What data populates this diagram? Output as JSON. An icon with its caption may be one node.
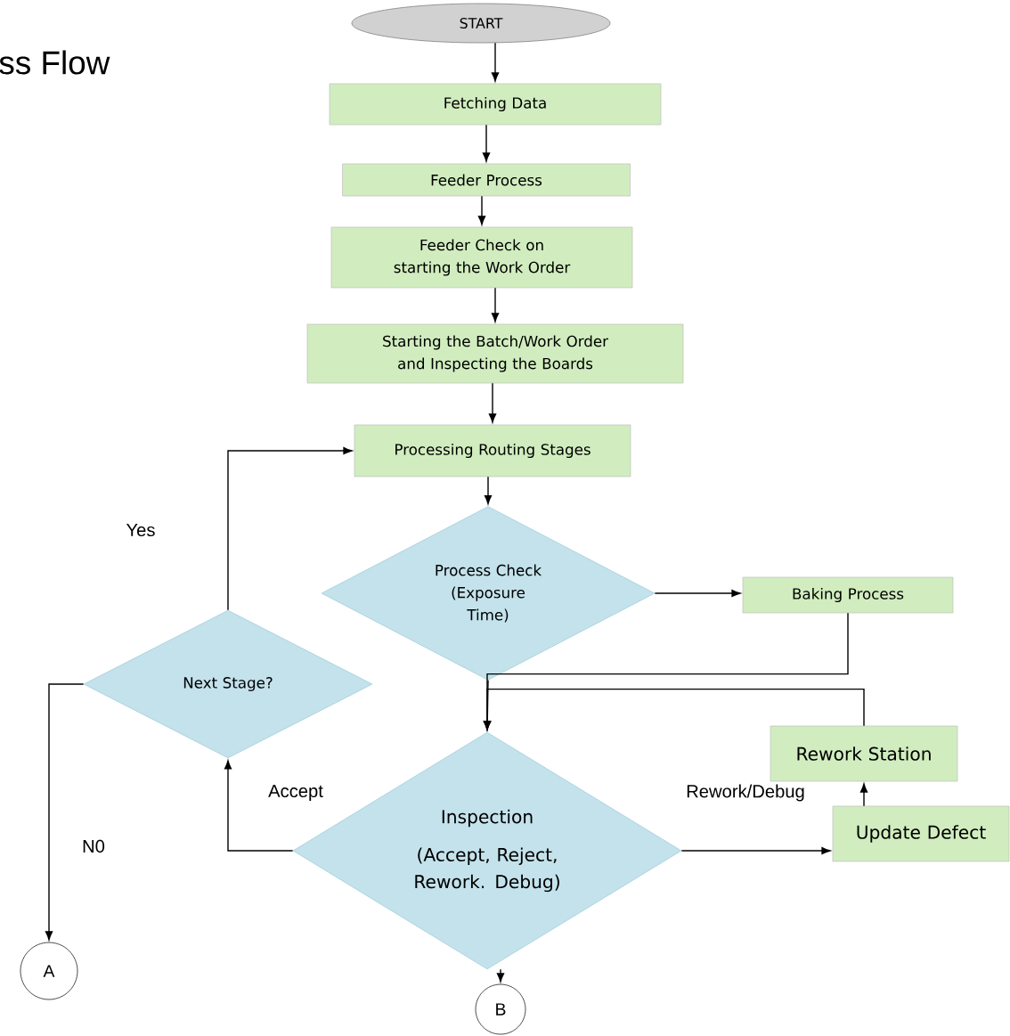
{
  "diagram": {
    "title": "ss Flow",
    "nodes": [
      {
        "text": [
          "START"
        ]
      },
      {
        "text": [
          "Fetching Data"
        ]
      },
      {
        "text": [
          "Feeder Process"
        ]
      },
      {
        "text": [
          "Feeder Check on starting the Work Order"
        ]
      },
      {
        "text": [
          "Starting the Batch/Work Order and Inspecting the Boards"
        ]
      },
      {
        "text": [
          "Processing Routing Stages"
        ]
      },
      {
        "text": [
          "Process Check (Exposure Time)"
        ]
      },
      {
        "text": [
          "Baking Process"
        ]
      },
      {
        "text": [
          "Next  Stage?"
        ]
      },
      {
        "text": [
          "Inspection",
          "(Accept, Reject, Rework. Debug)"
        ]
      },
      {
        "text": [
          "Rework Station"
        ]
      },
      {
        "text": [
          "Update Defect"
        ]
      },
      {
        "text": [
          "A"
        ]
      },
      {
        "text": [
          "B"
        ]
      }
    ],
    "edges": [
      {
        "from": 0,
        "to": 1,
        "arrow": "to"
      },
      {
        "from": 1,
        "to": 2,
        "arrow": "to"
      },
      {
        "from": 2,
        "to": 3,
        "arrow": "to"
      },
      {
        "from": 3,
        "to": 4,
        "arrow": "to"
      },
      {
        "from": 4,
        "to": 5,
        "arrow": "to"
      },
      {
        "from": 5,
        "to": 6,
        "arrow": "to"
      },
      {
        "from": 6,
        "to": 7,
        "arrow": "to"
      },
      {
        "from": 7,
        "to": 9,
        "arrow": "to"
      },
      {
        "from": 10,
        "to": 9,
        "arrow": "to"
      },
      {
        "from": 6,
        "to": 9,
        "arrow": "to"
      },
      {
        "from": 9,
        "to": 8,
        "arrow": "to",
        "label": "Accept"
      },
      {
        "from": 8,
        "to": 5,
        "arrow": "to",
        "label": "Yes"
      },
      {
        "from": 8,
        "to": 12,
        "arrow": "to",
        "label": "N0"
      },
      {
        "from": 9,
        "to": 11,
        "arrow": "to",
        "label": "Rework/Debug"
      },
      {
        "from": 11,
        "to": 10,
        "arrow": "to"
      },
      {
        "from": 9,
        "to": 13,
        "arrow": "to"
      }
    ]
  }
}
